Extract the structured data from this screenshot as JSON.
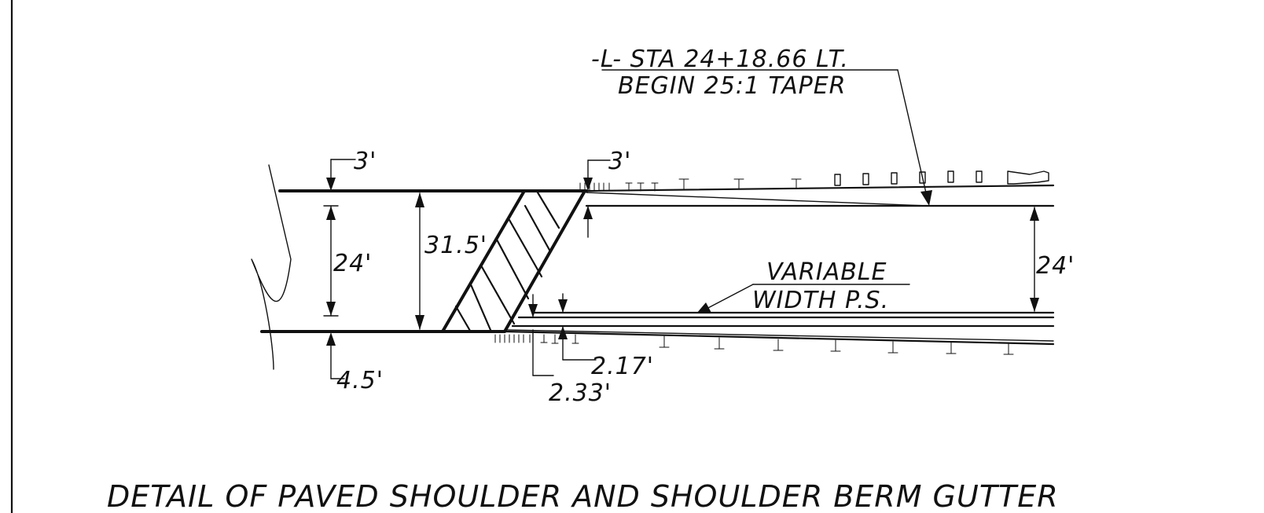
{
  "drawing": {
    "station_line1": "-L-  STA  24+18.66  LT.",
    "station_line2": "BEGIN  25:1 TAPER",
    "variable_line1": "VARIABLE",
    "variable_line2": "WIDTH  P.S.",
    "dim_top_left_offset": "3'",
    "dim_top_mid_offset": "3'",
    "dim_left_lane_width": "24'",
    "dim_total_width": "31.5'",
    "dim_right_lane_width": "24'",
    "dim_bottom_left_offset": "4.5'",
    "dim_gutter_inner": "2.17'",
    "dim_gutter_outer": "2.33'",
    "title": "DETAIL OF  PAVED  SHOULDER  AND  SHOULDER  BERM  GUTTER"
  }
}
